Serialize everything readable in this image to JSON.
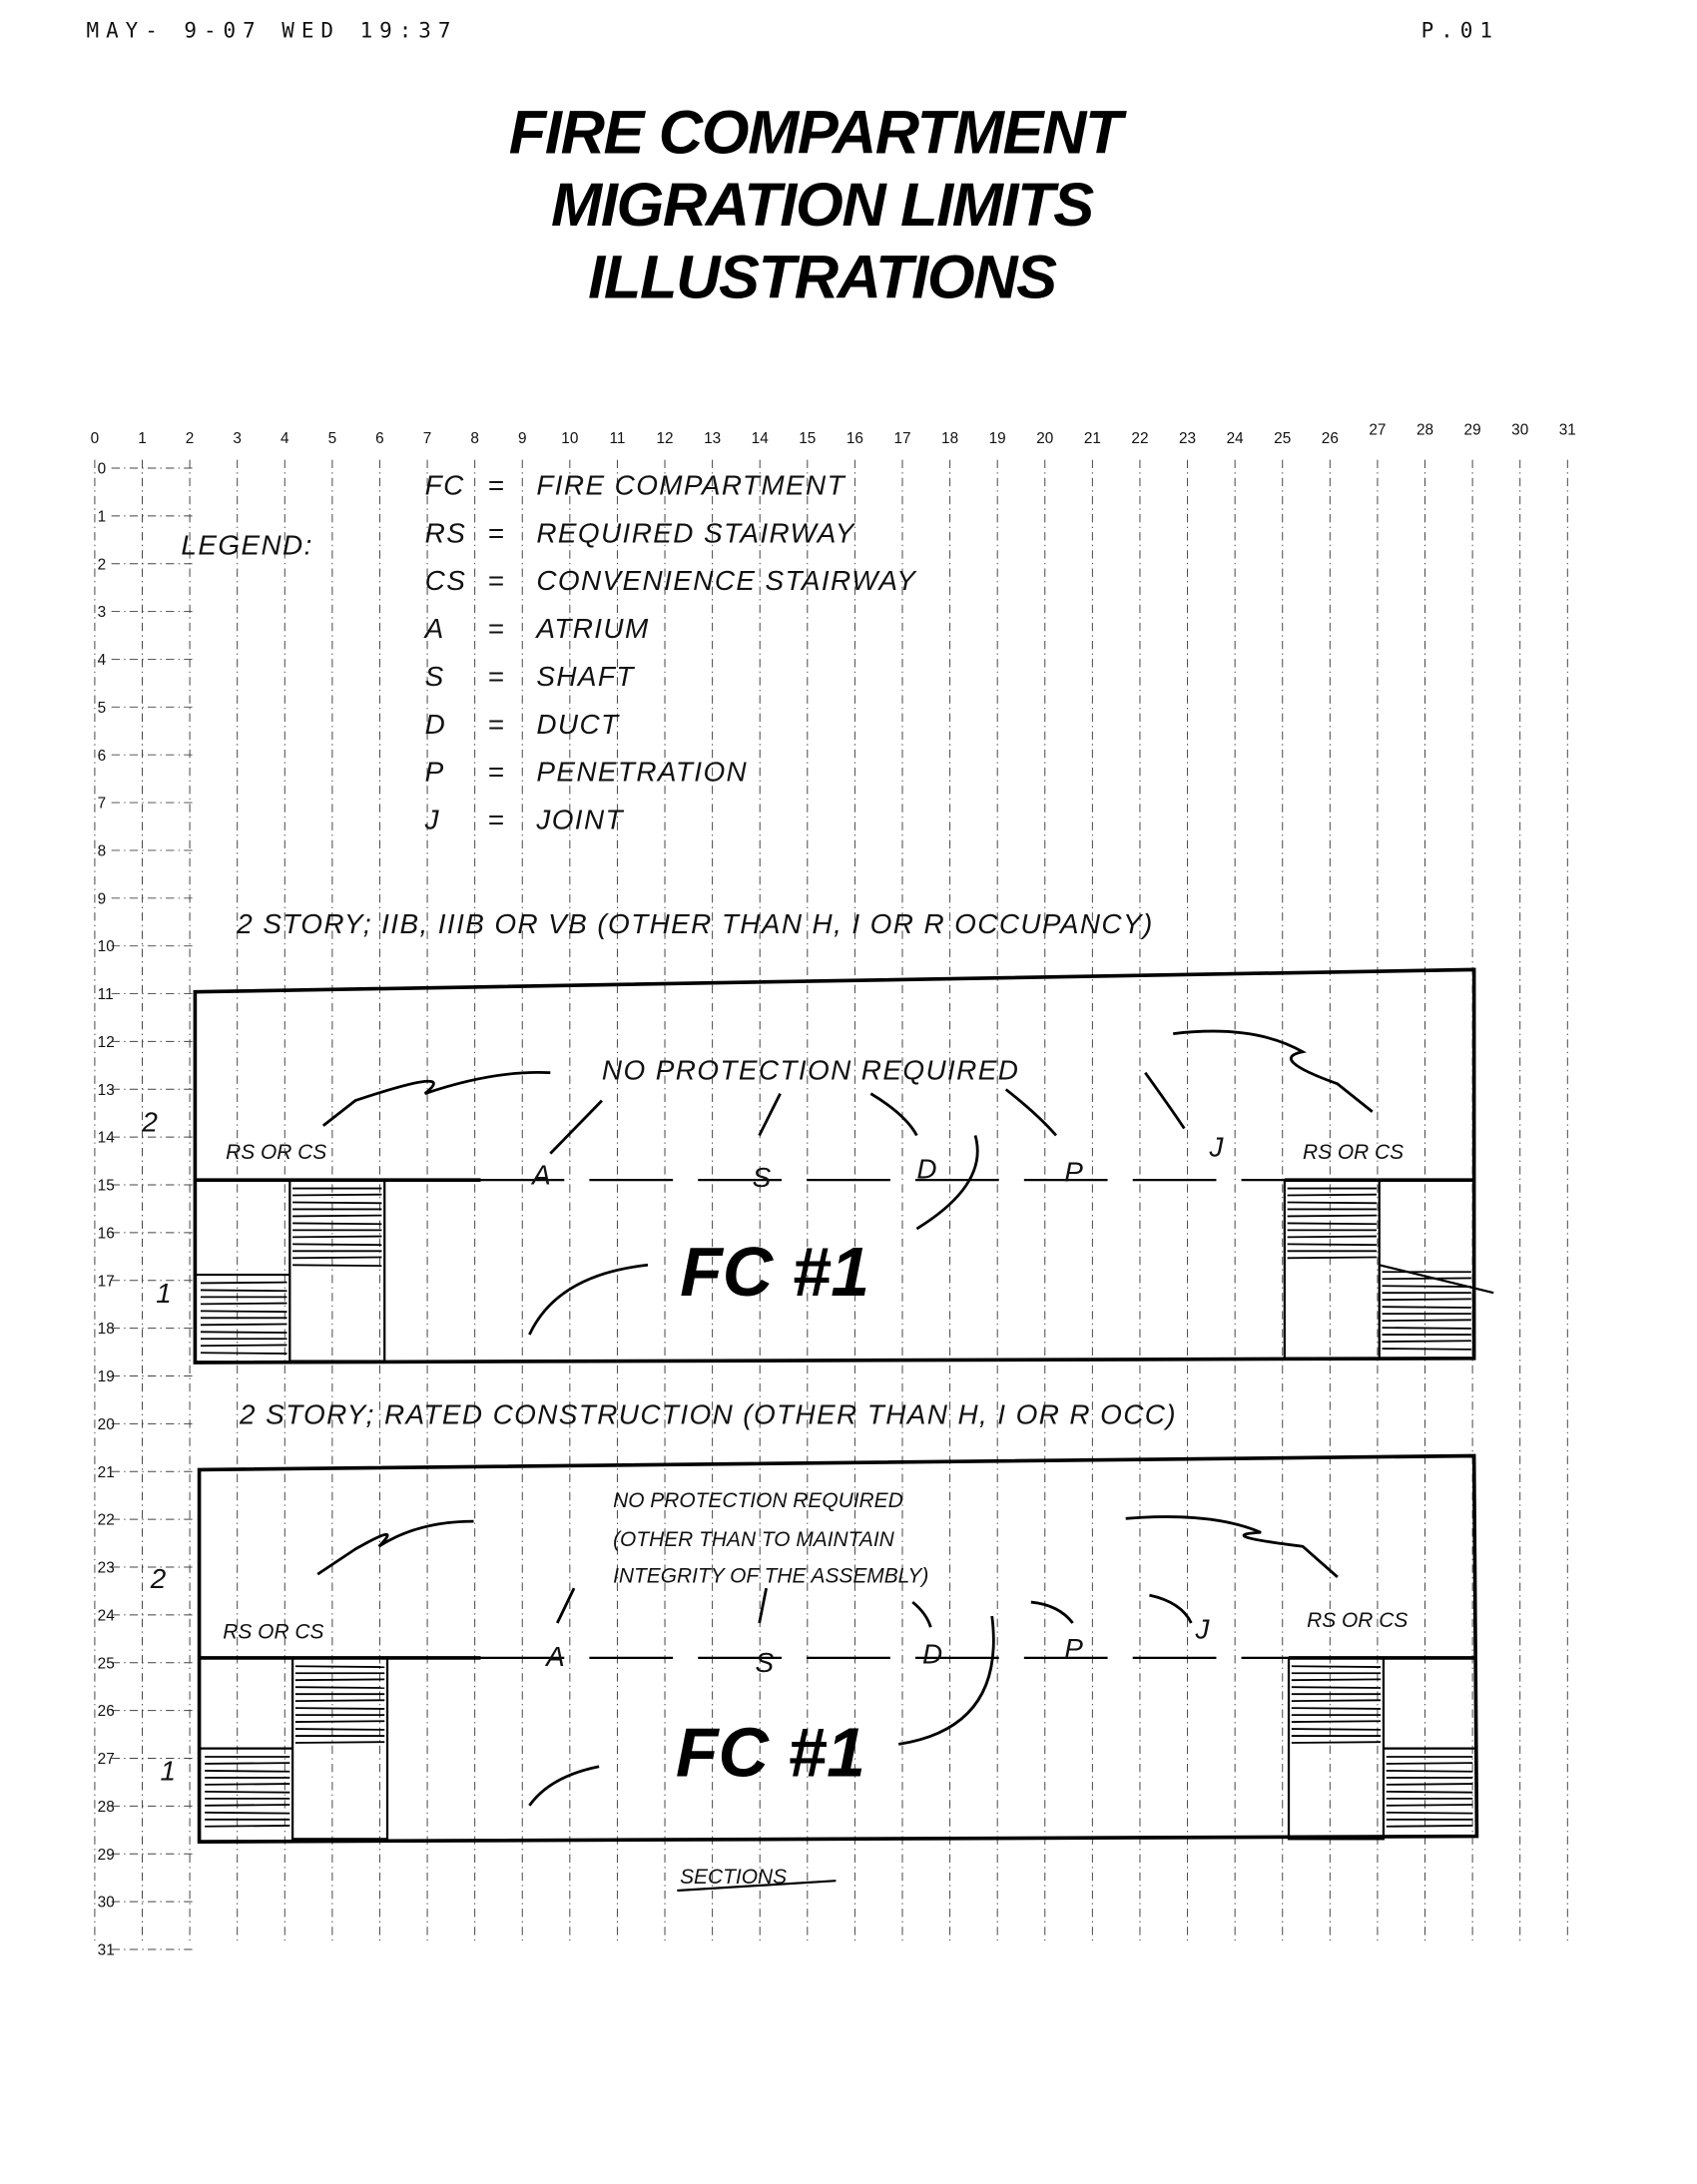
{
  "header": {
    "datetime": "MAY- 9-07 WED 19:37",
    "page": "P.01"
  },
  "title": {
    "line1": "FIRE COMPARTMENT",
    "line2": "MIGRATION LIMITS",
    "line3": "ILLUSTRATIONS"
  },
  "ruler": {
    "columns": [
      "0",
      "1",
      "2",
      "3",
      "4",
      "5",
      "6",
      "7",
      "8",
      "9",
      "10",
      "11",
      "12",
      "13",
      "14",
      "15",
      "16",
      "17",
      "18",
      "19",
      "20",
      "21",
      "22",
      "23",
      "24",
      "25",
      "26",
      "27",
      "28",
      "29",
      "30",
      "31"
    ],
    "rows": [
      "0",
      "1",
      "2",
      "3",
      "4",
      "5",
      "6",
      "7",
      "8",
      "9",
      "10",
      "11",
      "12",
      "13",
      "14",
      "15",
      "16",
      "17",
      "18",
      "19",
      "20",
      "21",
      "22",
      "23",
      "24",
      "25",
      "26",
      "27",
      "28",
      "29",
      "30",
      "31"
    ]
  },
  "legend": {
    "label": "LEGEND:",
    "items": [
      {
        "abbr": "FC",
        "sep": "=",
        "text": "FIRE COMPARTMENT"
      },
      {
        "abbr": "RS",
        "sep": "=",
        "text": "REQUIRED STAIRWAY"
      },
      {
        "abbr": "CS",
        "sep": "=",
        "text": "CONVENIENCE STAIRWAY"
      },
      {
        "abbr": "A",
        "sep": "=",
        "text": "ATRIUM"
      },
      {
        "abbr": "S",
        "sep": "=",
        "text": "SHAFT"
      },
      {
        "abbr": "D",
        "sep": "=",
        "text": "DUCT"
      },
      {
        "abbr": "P",
        "sep": "=",
        "text": "PENETRATION"
      },
      {
        "abbr": "J",
        "sep": "=",
        "text": "JOINT"
      }
    ]
  },
  "section1": {
    "heading": "2 STORY; IIB, IIIB OR VB (OTHER THAN H, I OR R OCCUPANCY)",
    "note": "NO PROTECTION REQUIRED",
    "story_upper": "2",
    "story_lower": "1",
    "stair_left": "RS OR CS",
    "stair_right": "RS OR CS",
    "items": [
      "A",
      "S",
      "D",
      "P",
      "J"
    ],
    "compartment": "FC #1"
  },
  "section2": {
    "heading": "2 STORY; RATED CONSTRUCTION (OTHER THAN H, I OR R OCC)",
    "note_lines": [
      "NO PROTECTION REQUIRED",
      "(OTHER THAN TO MAINTAIN",
      "INTEGRITY OF THE ASSEMBLY)"
    ],
    "story_upper": "2",
    "story_lower": "1",
    "stair_left": "RS OR CS",
    "stair_right": "RS OR CS",
    "items": [
      "A",
      "S",
      "D",
      "P",
      "J"
    ],
    "compartment": "FC #1"
  },
  "footer": {
    "label": "SECTIONS"
  }
}
